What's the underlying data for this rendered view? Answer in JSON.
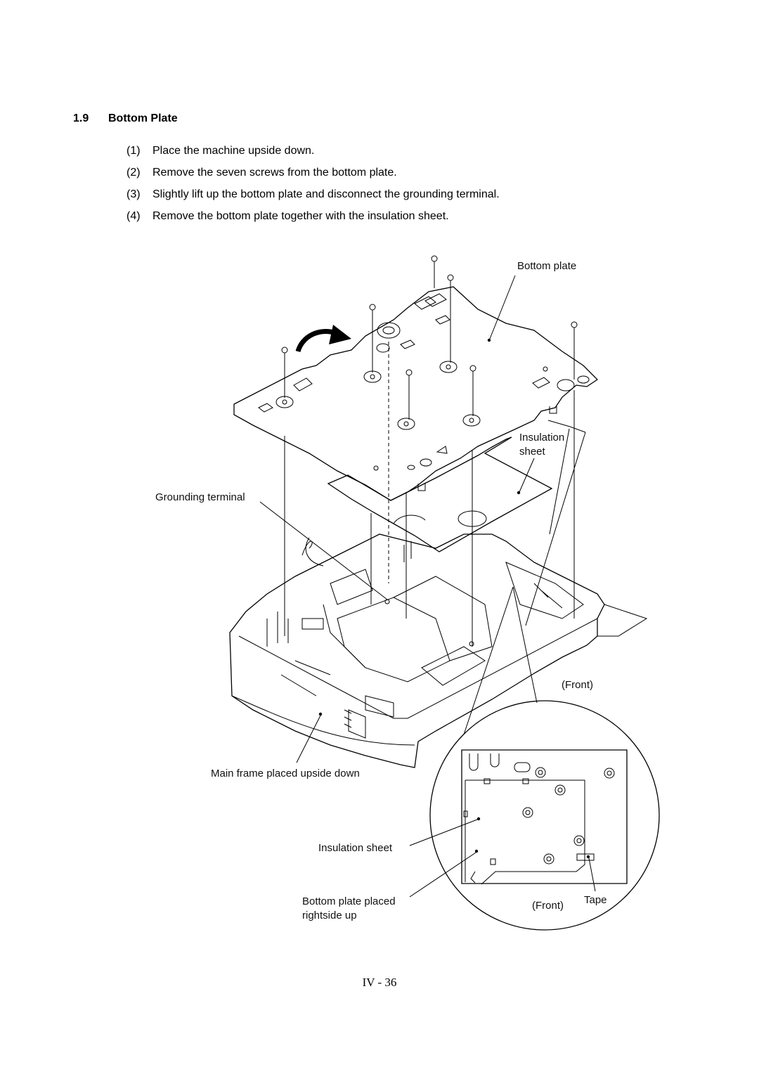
{
  "section": {
    "number": "1.9",
    "title": "Bottom Plate"
  },
  "steps": [
    {
      "num": "(1)",
      "text": "Place the machine upside down."
    },
    {
      "num": "(2)",
      "text": "Remove the seven screws from the bottom plate."
    },
    {
      "num": "(3)",
      "text": "Slightly lift up the bottom plate and disconnect the grounding terminal."
    },
    {
      "num": "(4)",
      "text": "Remove the bottom plate together with the insulation sheet."
    }
  ],
  "figure": {
    "labels": {
      "bottom_plate": "Bottom plate",
      "insulation_sheet_1": "Insulation",
      "insulation_sheet_2": "sheet",
      "grounding_terminal": "Grounding terminal",
      "front_main": "(Front)",
      "main_frame": "Main frame placed upside down",
      "insulation_sheet_detail": "Insulation sheet",
      "bottom_plate_rightside_1": "Bottom plate placed",
      "bottom_plate_rightside_2": "rightside up",
      "front_detail": "(Front)",
      "tape": "Tape"
    }
  },
  "page_number": "IV - 36"
}
